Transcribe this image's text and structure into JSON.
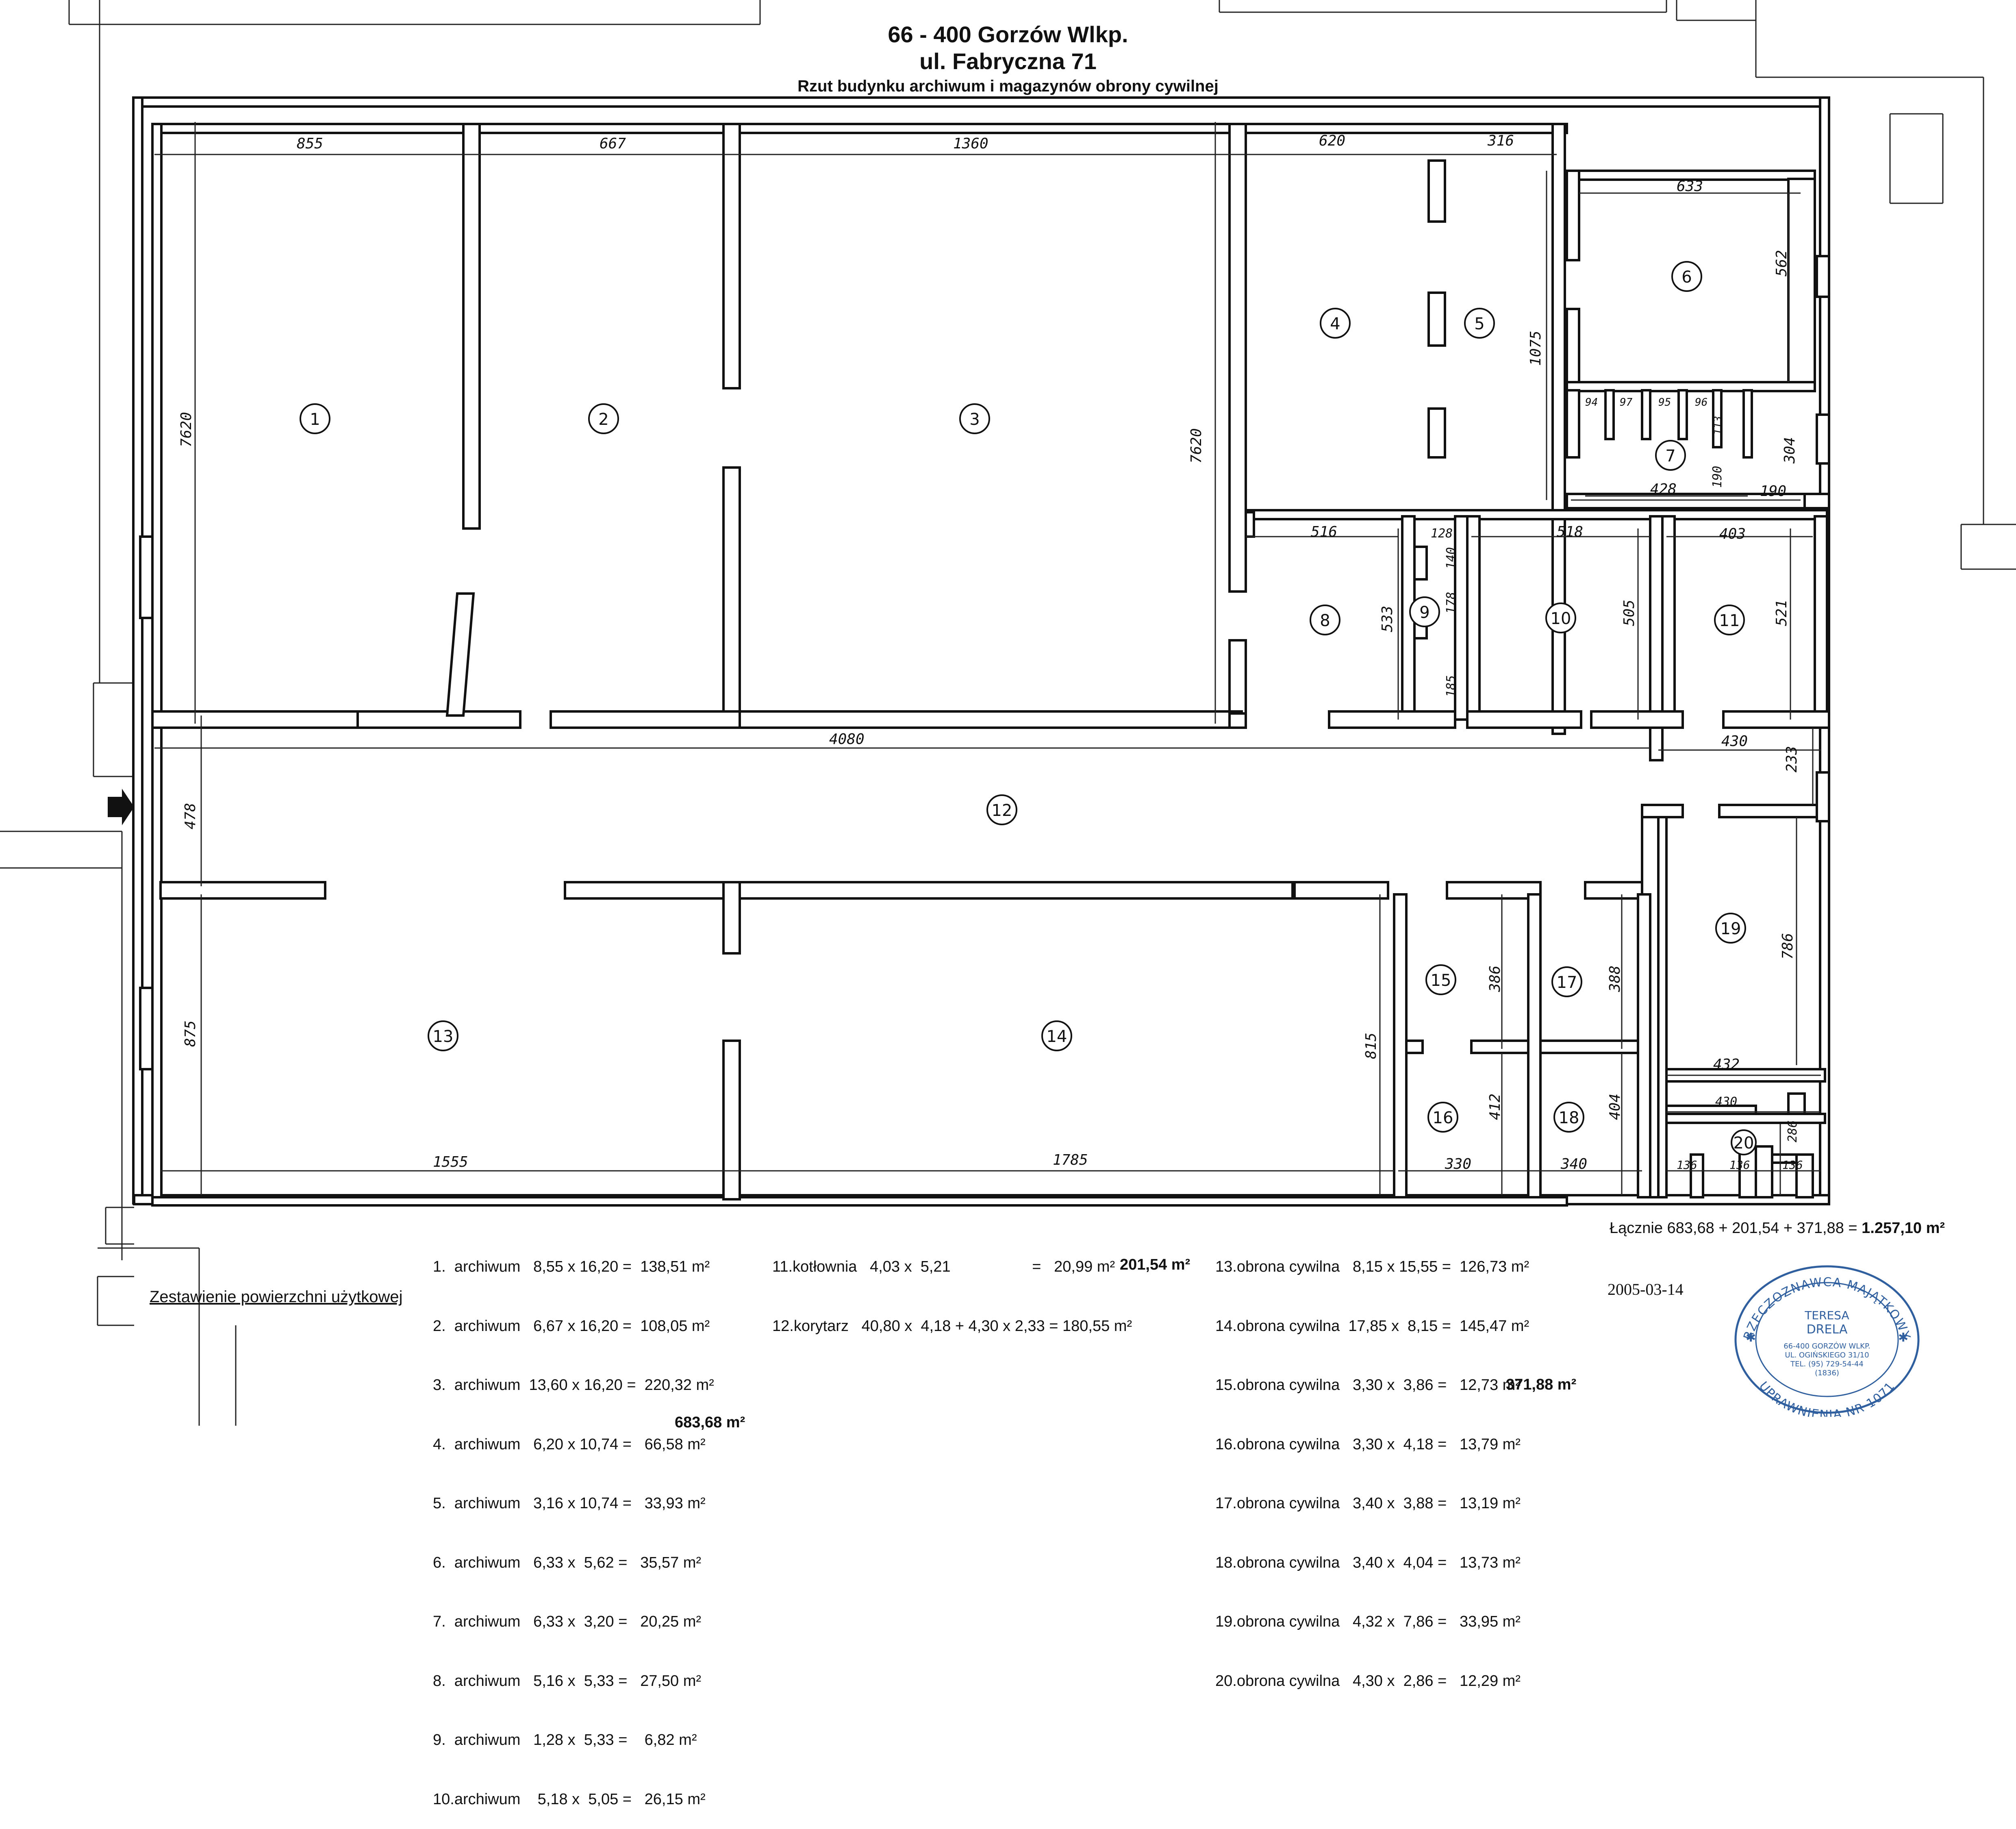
{
  "header": {
    "postal": "66 - 400  Gorzów Wlkp.",
    "street": "ul. Fabryczna 71",
    "subtitle": "Rzut  budynku  archiwum  i  magazynów obrony  cywilnej"
  },
  "rooms": [
    "1",
    "2",
    "3",
    "4",
    "5",
    "6",
    "7",
    "8",
    "9",
    "10",
    "11",
    "12",
    "13",
    "14",
    "15",
    "16",
    "17",
    "18",
    "19",
    "20"
  ],
  "dimensions": {
    "d855": "855",
    "d667": "667",
    "d1360": "1360",
    "d620": "620",
    "d316": "316",
    "d633": "633",
    "d562": "562",
    "d1075": "1075",
    "d7620a": "7620",
    "d7620b": "7620",
    "d94": "94",
    "d97": "97",
    "d95": "95",
    "d96": "96",
    "d113": "113",
    "d304": "304",
    "d428": "428",
    "d190a": "190",
    "d190b": "190",
    "d516": "516",
    "d128": "128",
    "d140": "140",
    "d178": "178",
    "d185": "185",
    "d533": "533",
    "d518": "518",
    "d403": "403",
    "d505": "505",
    "d521": "521",
    "d4080": "4080",
    "d430a": "430",
    "d233": "233",
    "d478": "478",
    "d875a": "875",
    "d815": "815",
    "d386": "386",
    "d388": "388",
    "d786": "786",
    "d432": "432",
    "d412": "412",
    "d404": "404",
    "d430b": "430",
    "d286": "286",
    "d1555": "1555",
    "d1785": "1785",
    "d330": "330",
    "d340": "340",
    "d136a": "136",
    "d136b": "136",
    "d136c": "136"
  },
  "table_left": [
    "1.  archiwum   8,55 x 16,20 =  138,51 m²",
    "2.  archiwum   6,67 x 16,20 =  108,05 m²",
    "3.  archiwum  13,60 x 16,20 =  220,32 m²",
    "4.  archiwum   6,20 x 10,74 =   66,58 m²",
    "5.  archiwum   3,16 x 10,74 =   33,93 m²",
    "6.  archiwum   6,33 x  5,62 =   35,57 m²",
    "7.  archiwum   6,33 x  3,20 =   20,25 m²",
    "8.  archiwum   5,16 x  5,33 =   27,50 m²",
    "9.  archiwum   1,28 x  5,33 =    6,82 m²",
    "10.archiwum    5,18 x  5,05 =   26,15 m²"
  ],
  "table_left_total": "683,68 m²",
  "table_mid": [
    "11.kotłownia   4,03 x  5,21                   =   20,99 m²",
    "12.korytarz   40,80 x  4,18 + 4,30 x 2,33 = 180,55 m²"
  ],
  "table_mid_total": "201,54 m²",
  "table_right": [
    "13.obrona cywilna   8,15 x 15,55 =  126,73 m²",
    "14.obrona cywilna  17,85 x  8,15 =  145,47 m²",
    "15.obrona cywilna   3,30 x  3,86 =   12,73 m²",
    "16.obrona cywilna   3,30 x  4,18 =   13,79 m²",
    "17.obrona cywilna   3,40 x  3,88 =   13,19 m²",
    "18.obrona cywilna   3,40 x  4,04 =   13,73 m²",
    "19.obrona cywilna   4,32 x  7,86 =   33,95 m²",
    "20.obrona cywilna   4,30 x  2,86 =   12,29 m²"
  ],
  "table_right_total": "371,88 m²",
  "grand_total_prefix": "Łącznie  683,68 + 201,54 + 371,88 = ",
  "grand_total_value": "1.257,10 m²",
  "date": "2005-03-14",
  "caption": "Zestawienie powierzchni użytkowej",
  "stamp": {
    "arc_top": "RZECZOZNAWCA MAJĄTKOWY",
    "arc_bottom": "UPRAWNIENIA NR 1071",
    "name1": "TERESA",
    "name2": "DRELA",
    "addr1": "66-400 GORZÓW WLKP.",
    "addr2": "UL. OGIŃSKIEGO 31/10",
    "addr3": "TEL. (95) 729-54-44",
    "addr4": "(1836)"
  }
}
